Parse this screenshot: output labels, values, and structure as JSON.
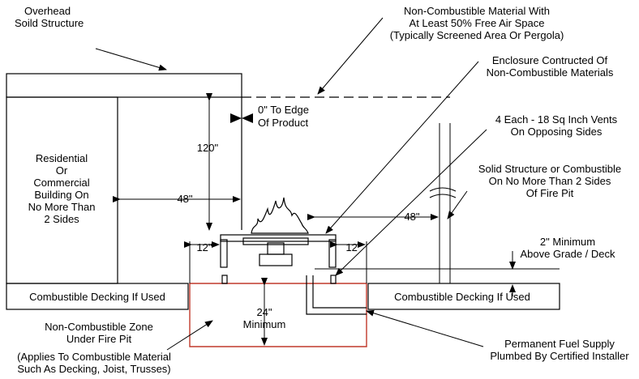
{
  "labels": {
    "overhead": [
      "Overhead",
      "Soild Structure"
    ],
    "non_comb_air": [
      "Non-Combustible Material With",
      "At Least 50% Free Air Space",
      "(Typically Screened Area Or Pergola)"
    ],
    "enclosure": [
      "Enclosure Contructed Of",
      "Non-Combustible Materials"
    ],
    "zero_edge": [
      "0\" To Edge",
      "Of Product"
    ],
    "vents": [
      "4 Each - 18 Sq Inch Vents",
      "On Opposing Sides"
    ],
    "solid_structure": [
      "Solid Structure or Combustible",
      "On No More Than 2 Sides",
      "Of Fire Pit"
    ],
    "building": [
      "Residential",
      "Or",
      "Commercial",
      "Building On",
      "No More Than",
      "2 Sides"
    ],
    "two_minimum": [
      "2\" Minimum",
      "Above Grade / Deck"
    ],
    "deck_left": "Combustible Decking If Used",
    "deck_right": "Combustible Decking If Used",
    "non_comb_zone": [
      "Non-Combustible Zone",
      "Under Fire Pit"
    ],
    "applies": [
      "(Applies To Combustible Material",
      "Such As Decking, Joist, Trusses)"
    ],
    "fuel": [
      "Permanent Fuel Supply",
      "Plumbed By Certified Installer"
    ],
    "dim_120": "120\"",
    "dim_48_left": "48\"",
    "dim_48_right": "48\"",
    "dim_12_left": "12\"",
    "dim_12_right": "12\"",
    "dim_24": [
      "24\"",
      "Minimum"
    ]
  },
  "colors": {
    "line": "#000000",
    "zone": "#c0392b",
    "background": "#ffffff"
  }
}
